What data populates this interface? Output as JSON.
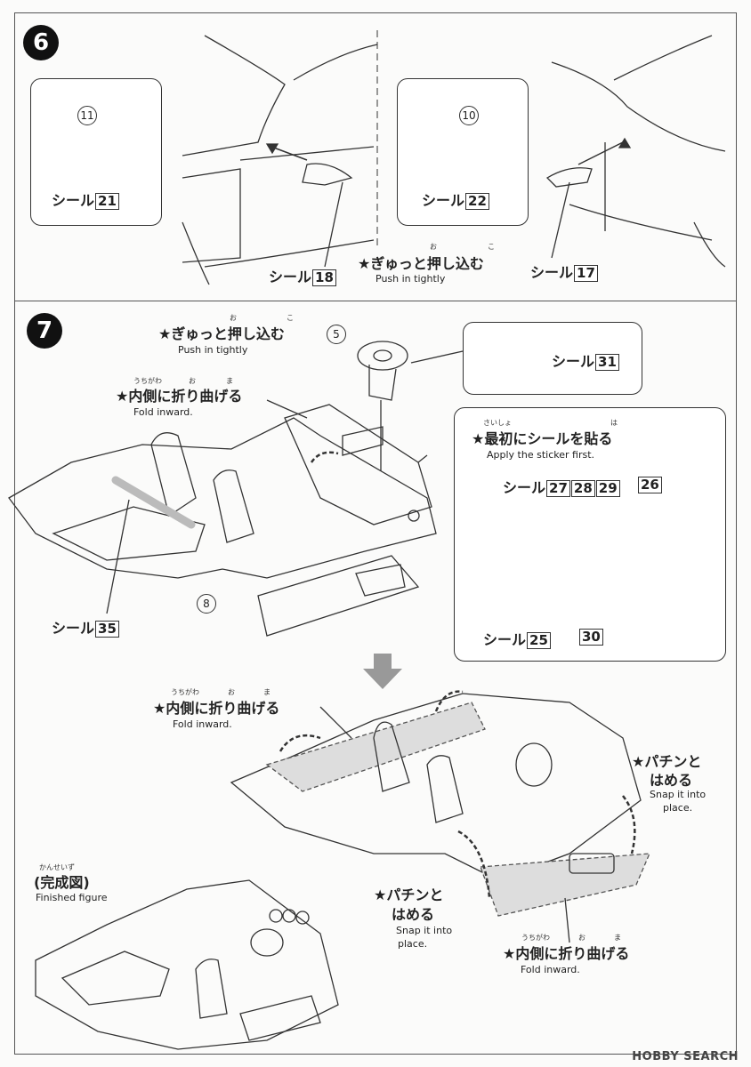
{
  "step6": {
    "number": "6",
    "left_part": "11",
    "left_sticker_label": "シール",
    "left_sticker_no": "21",
    "right_part": "10",
    "right_sticker_label": "シール",
    "right_sticker_no": "22",
    "bottom_left_label": "シール",
    "bottom_left_no": "18",
    "bottom_right_label": "シール",
    "bottom_right_no": "17",
    "push_jp": "★ぎゅっと押し込む",
    "push_ruby_o": "お",
    "push_ruby_ko": "こ",
    "push_en": "Push in tightly"
  },
  "step7": {
    "number": "7",
    "push_jp": "★ぎゅっと押し込む",
    "push_ruby_o": "お",
    "push_ruby_ko": "こ",
    "push_en": "Push in tightly",
    "part_5": "5",
    "wheel_sticker_label": "シール",
    "wheel_sticker_no": "31",
    "fold1_ruby_uchigawa": "うちがわ",
    "fold1_ruby_o": "お",
    "fold1_ruby_ma": "ま",
    "fold1_jp": "★内側に折り曲げる",
    "fold1_en": "Fold inward.",
    "apply_ruby_saisho": "さいしょ",
    "apply_ruby_ha": "は",
    "apply_jp": "★最初にシールを貼る",
    "apply_en": "Apply the sticker first.",
    "dash_sticker_label": "シール",
    "dash_sticker_nos": [
      "27",
      "28",
      "29",
      "26"
    ],
    "dash_bottom_label": "シール",
    "dash_bottom_no": "25",
    "dash_bottom_no2": "30",
    "left_sticker_label": "シール",
    "left_sticker_no": "35",
    "part_8": "8",
    "fold2_ruby_uchigawa": "うちがわ",
    "fold2_ruby_o": "お",
    "fold2_ruby_ma": "ま",
    "fold2_jp": "★内側に折り曲げる",
    "fold2_en": "Fold inward.",
    "snap1_jp_1": "★パチンと",
    "snap1_jp_2": "はめる",
    "snap1_en_1": "Snap it into",
    "snap1_en_2": "place.",
    "snap2_jp_1": "★パチンと",
    "snap2_jp_2": "はめる",
    "snap2_en_1": "Snap it into",
    "snap2_en_2": "place.",
    "finished_ruby": "かんせいず",
    "finished_jp": "(完成図)",
    "finished_en": "Finished figure",
    "fold3_ruby_uchigawa": "うちがわ",
    "fold3_ruby_o": "お",
    "fold3_ruby_ma": "ま",
    "fold3_jp": "★内側に折り曲げる",
    "fold3_en": "Fold inward."
  },
  "watermark": "HOBBY SEARCH",
  "colors": {
    "line": "#333333",
    "arrow": "#888888",
    "badge": "#111111"
  }
}
